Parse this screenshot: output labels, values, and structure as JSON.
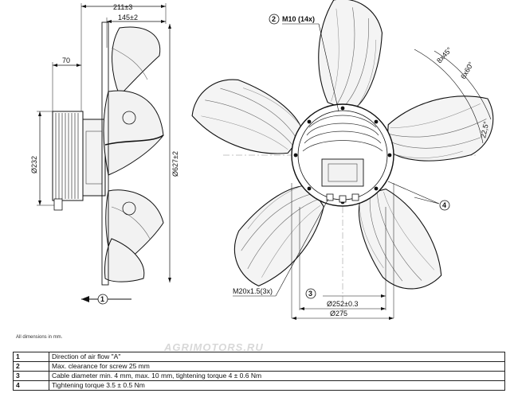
{
  "side_view": {
    "dim_total_width": "211±3",
    "dim_blade_width": "145±2",
    "dim_motor_offset": "70",
    "dim_motor_diameter": "Ø232",
    "dim_fan_diameter": "Ø627±2"
  },
  "front_view": {
    "dim_bolt_thread": "M10 (14x)",
    "dim_angle_1": "8x45°",
    "dim_angle_2": "6x60°",
    "dim_angle_3": "22,5°",
    "dim_cable_gland": "M20x1.5(3x)",
    "dim_bolt_circle": "Ø252±0.3",
    "dim_outer": "Ø275"
  },
  "callouts": [
    "1",
    "2",
    "3",
    "4"
  ],
  "note": "All dimensions in mm.",
  "watermark": "AGRIMOTORS.RU",
  "legend": [
    {
      "num": "1",
      "text": "Direction of air flow \"A\""
    },
    {
      "num": "2",
      "text": "Max. clearance for screw 25 mm"
    },
    {
      "num": "3",
      "text": "Cable diameter min. 4 mm, max. 10 mm, tightening torque 4 ± 0.6 Nm"
    },
    {
      "num": "4",
      "text": "Tightening torque 3.5 ± 0.5 Nm"
    }
  ]
}
